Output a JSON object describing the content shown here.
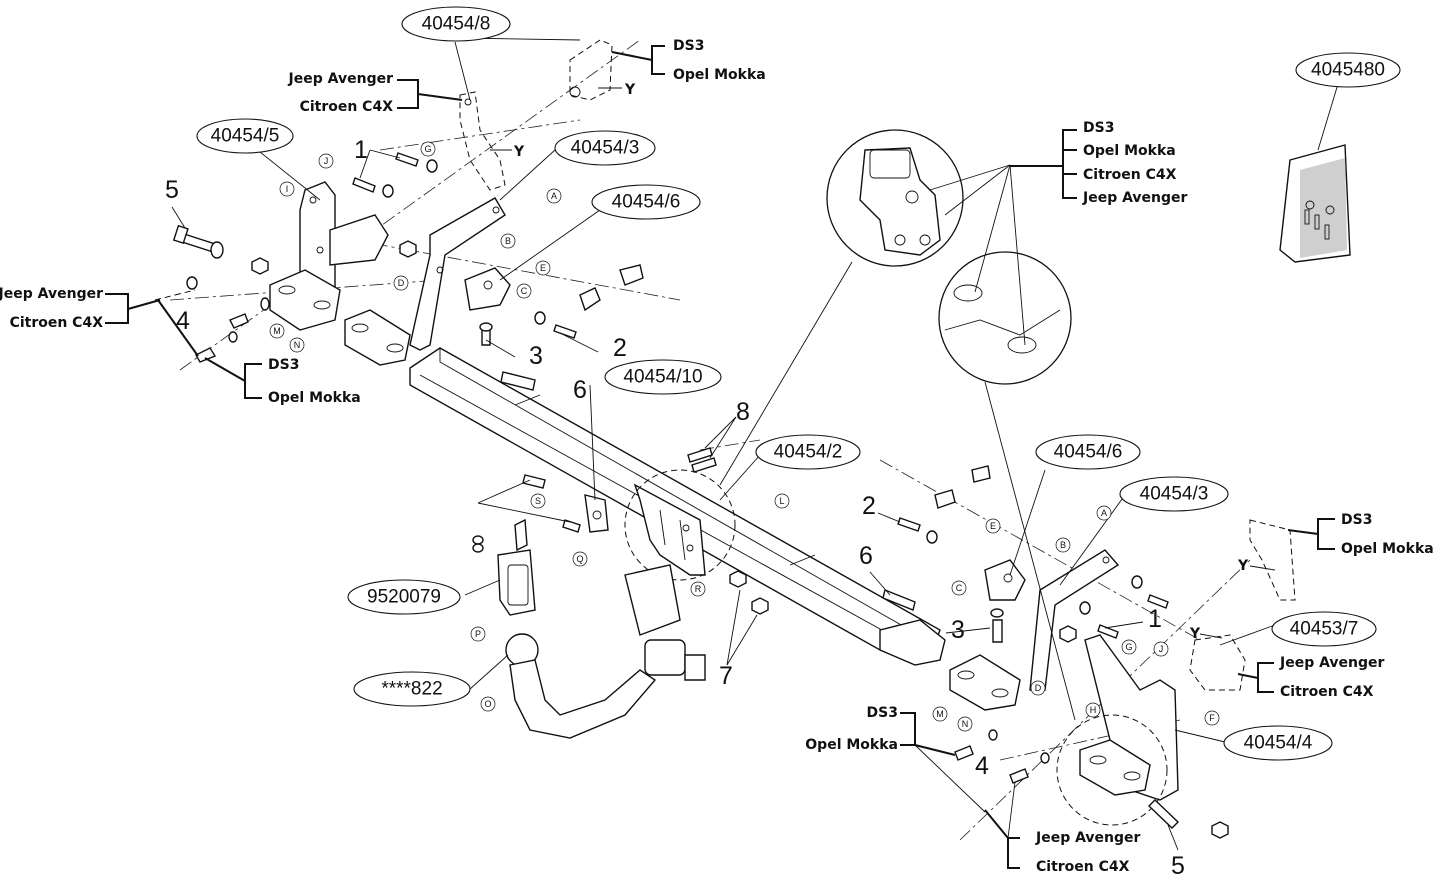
{
  "part_labels": {
    "p40454_8": "40454/8",
    "p40454_5": "40454/5",
    "p40454_3_left": "40454/3",
    "p40454_6_left": "40454/6",
    "p40454_10": "40454/10",
    "p40454_2": "40454/2",
    "p40454_6_right": "40454/6",
    "p40454_3_right": "40454/3",
    "p40453_7": "40453/7",
    "p40454_4": "40454/4",
    "p4045480": "4045480",
    "p9520079": "9520079",
    "p822": "****822"
  },
  "numbers": {
    "n1_left": "1",
    "n5_left": "5",
    "n4_left": "4",
    "n3_left": "3",
    "n2_left": "2",
    "n6_left": "6",
    "n8": "8",
    "n2_right": "2",
    "n6_right": "6",
    "n3_right": "3",
    "n7": "7",
    "n1_right": "1",
    "n4_right": "4",
    "n5_right": "5"
  },
  "cars": {
    "top_ds3": "DS3",
    "top_mokka": "Opel Mokka",
    "top_jeep": "Jeep Avenger",
    "top_c4x": "Citroen C4X",
    "left_jeep": "Jeep Avenger",
    "left_c4x": "Citroen C4X",
    "left_ds3": "DS3",
    "left_mokka": "Opel Mokka",
    "detail_ds3": "DS3",
    "detail_mokka": "Opel Mokka",
    "detail_c4x": "Citroen C4X",
    "detail_jeep": "Jeep Avenger",
    "right_ds3": "DS3",
    "right_mokka": "Opel Mokka",
    "right_jeep": "Jeep Avenger",
    "right_c4x": "Citroen C4X",
    "bot_ds3": "DS3",
    "bot_mokka": "Opel Mokka",
    "bot_jeep": "Jeep Avenger",
    "bot_c4x": "Citroen C4X"
  },
  "y_marks": {
    "y1": "Y",
    "y2": "Y",
    "y3": "Y",
    "y4": "Y"
  },
  "letters": {
    "A1": "A",
    "B1": "B",
    "C1": "C",
    "D1": "D",
    "E1": "E",
    "G1": "G",
    "I1": "I",
    "J1": "J",
    "M1": "M",
    "N1": "N",
    "S1": "S",
    "Q1": "Q",
    "P1": "P",
    "O1": "O",
    "R1": "R",
    "L1": "L",
    "A2": "A",
    "B2": "B",
    "C2": "C",
    "D2": "D",
    "E2": "E",
    "G2": "G",
    "H2": "H",
    "F2": "F",
    "J2": "J",
    "M2": "M",
    "N2": "N"
  }
}
